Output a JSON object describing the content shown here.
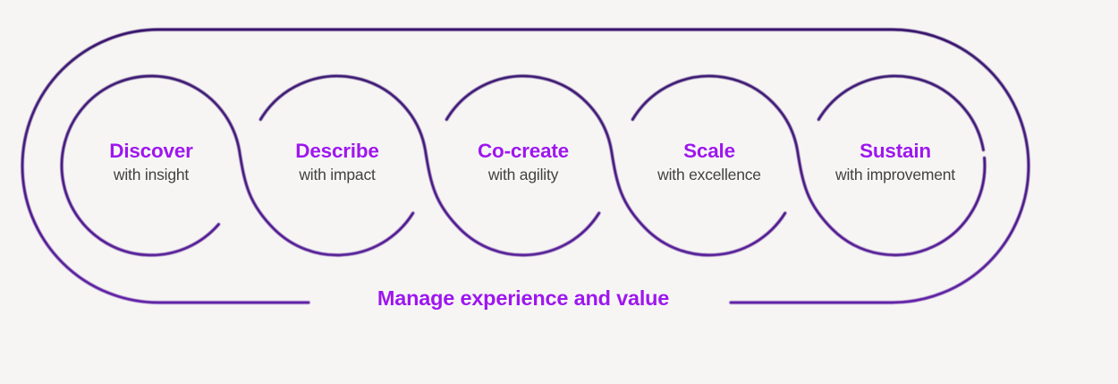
{
  "diagram": {
    "stages": [
      {
        "title": "Discover",
        "subtitle": "with insight"
      },
      {
        "title": "Describe",
        "subtitle": "with impact"
      },
      {
        "title": "Co-create",
        "subtitle": "with agility"
      },
      {
        "title": "Scale",
        "subtitle": "with excellence"
      },
      {
        "title": "Sustain",
        "subtitle": "with improvement"
      }
    ],
    "footer_label": "Manage experience and value",
    "colors": {
      "accent": "#9e17ef",
      "subtitle_text": "#414141",
      "background": "#f6f5f3",
      "stroke_top": "#321166",
      "stroke_mid": "#44157f",
      "stroke_bottom": "#5e1ea6"
    }
  }
}
